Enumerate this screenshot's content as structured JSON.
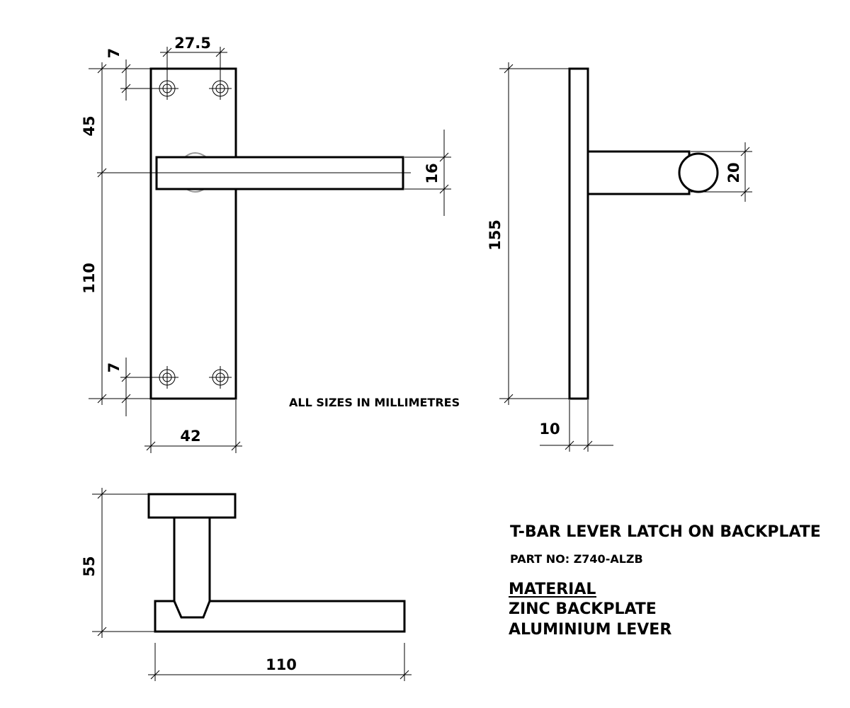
{
  "dimensions": {
    "top_hole_spacing": "27.5",
    "top_edge_offset": "7",
    "upper_height": "45",
    "lower_height": "110",
    "bottom_edge_offset": "7",
    "plate_width": "42",
    "lever_thickness": "16",
    "overall_height": "155",
    "lever_diameter": "20",
    "plate_thickness": "10",
    "projection": "55",
    "lever_length": "110"
  },
  "note": "ALL SIZES IN MILLIMETRES",
  "title": "T-BAR LEVER LATCH ON BACKPLATE",
  "part_no": "PART NO: Z740-ALZB",
  "material_heading": "MATERIAL",
  "material_lines": [
    "ZINC BACKPLATE",
    "ALUMINIUM LEVER"
  ]
}
